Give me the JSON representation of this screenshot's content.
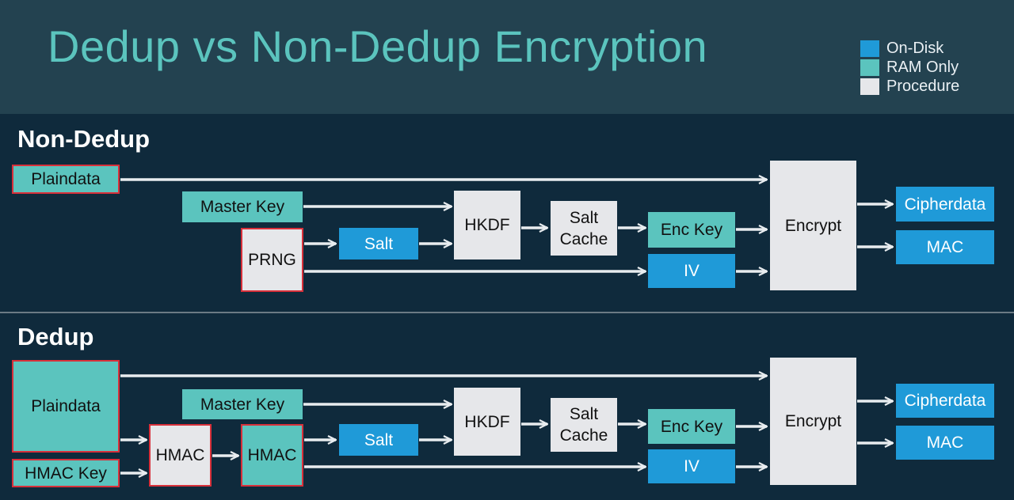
{
  "slide": {
    "title": "Dedup vs Non-Dedup Encryption"
  },
  "legend": [
    {
      "label": "On-Disk",
      "color": "#1f9ad8"
    },
    {
      "label": "RAM Only",
      "color": "#5bc4be"
    },
    {
      "label": "Procedure",
      "color": "#e6e7ea"
    }
  ],
  "colors": {
    "on_disk": "#1f9ad8",
    "ram_only": "#5bc4be",
    "procedure": "#e6e7ea",
    "highlight_border": "#d8303a",
    "arrow": "#e8ecef"
  },
  "non_dedup": {
    "title": "Non-Dedup",
    "plaindata": "Plaindata",
    "master_key": "Master Key",
    "prng": "PRNG",
    "salt": "Salt",
    "hkdf": "HKDF",
    "salt_cache": "Salt\nCache",
    "enc_key": "Enc Key",
    "iv": "IV",
    "encrypt": "Encrypt",
    "cipherdata": "Cipherdata",
    "mac": "MAC"
  },
  "dedup": {
    "title": "Dedup",
    "plaindata": "Plaindata",
    "hmac_key": "HMAC Key",
    "hmac_procedure": "HMAC",
    "hmac_value": "HMAC",
    "master_key": "Master Key",
    "salt": "Salt",
    "hkdf": "HKDF",
    "salt_cache": "Salt\nCache",
    "enc_key": "Enc Key",
    "iv": "IV",
    "encrypt": "Encrypt",
    "cipherdata": "Cipherdata",
    "mac": "MAC"
  }
}
